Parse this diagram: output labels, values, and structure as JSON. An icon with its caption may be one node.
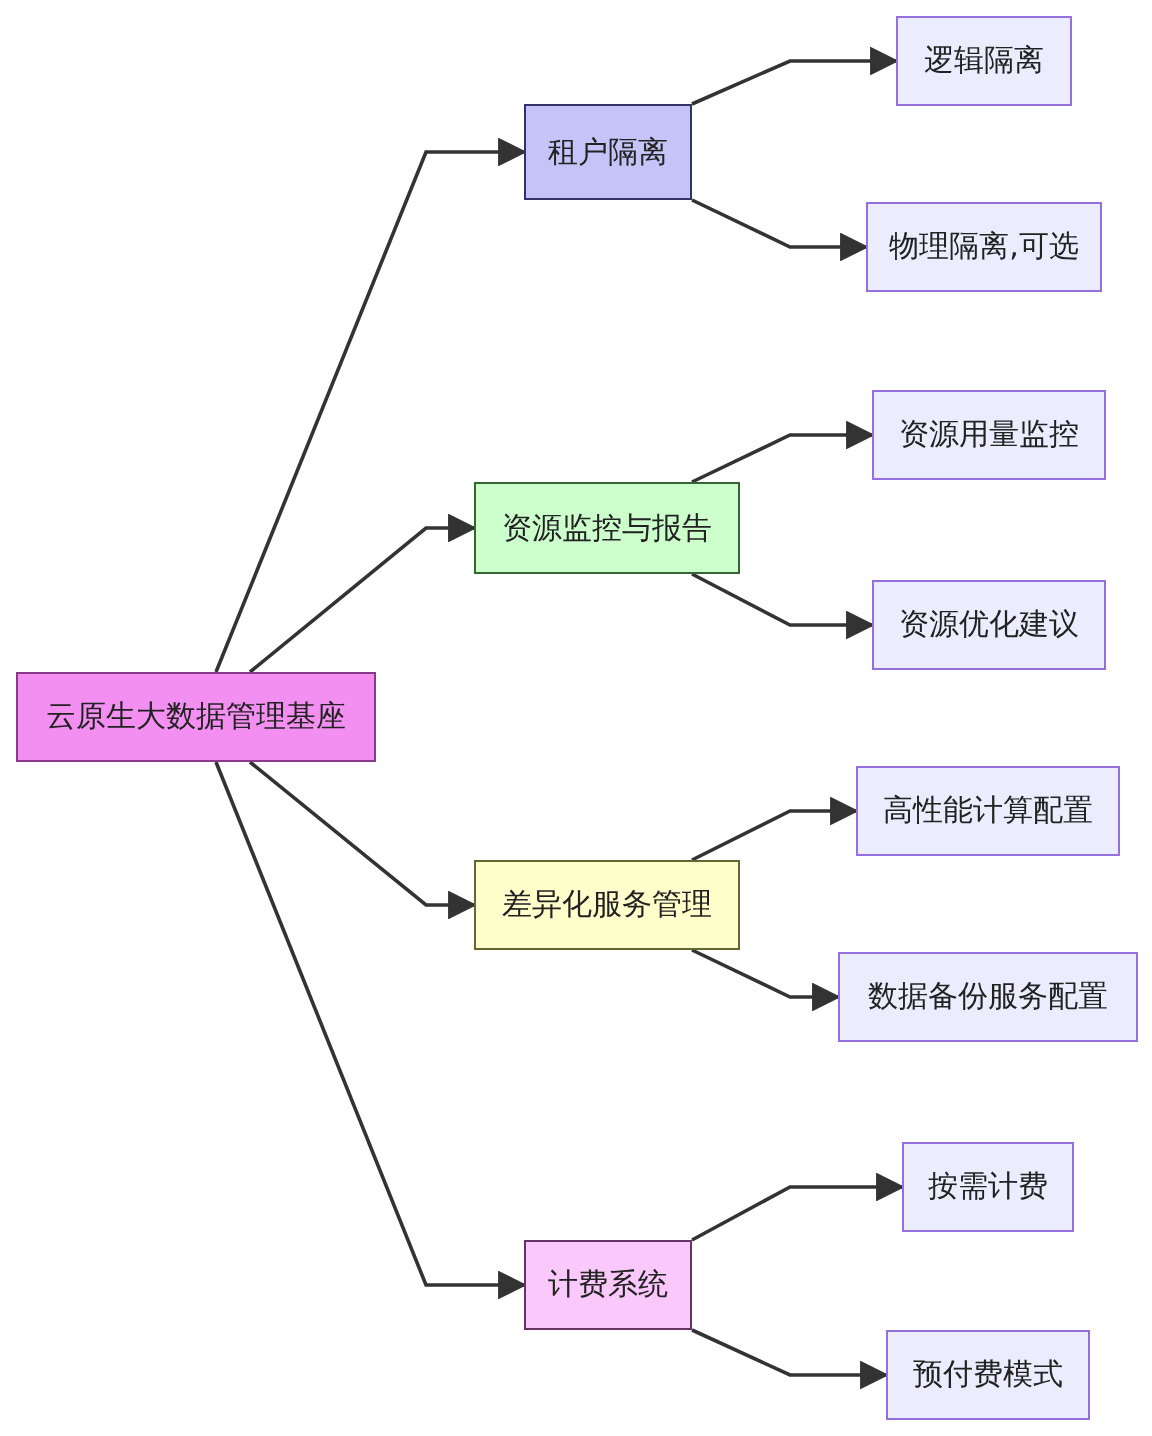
{
  "diagram": {
    "nodes": [
      {
        "text": [
          "云原生大数据管理基座"
        ]
      },
      {
        "text": [
          "租户隔离"
        ]
      },
      {
        "text": [
          "逻辑隔离"
        ]
      },
      {
        "text": [
          "物理隔离,可选"
        ]
      },
      {
        "text": [
          "资源监控与报告"
        ]
      },
      {
        "text": [
          "资源用量监控"
        ]
      },
      {
        "text": [
          "资源优化建议"
        ]
      },
      {
        "text": [
          "差异化服务管理"
        ]
      },
      {
        "text": [
          "高性能计算配置"
        ]
      },
      {
        "text": [
          "数据备份服务配置"
        ]
      },
      {
        "text": [
          "计费系统"
        ]
      },
      {
        "text": [
          "按需计费"
        ]
      },
      {
        "text": [
          "预付费模式"
        ]
      }
    ],
    "edges": [
      {
        "from": 0,
        "to": 1,
        "arrow": "to"
      },
      {
        "from": 0,
        "to": 4,
        "arrow": "to"
      },
      {
        "from": 0,
        "to": 7,
        "arrow": "to"
      },
      {
        "from": 0,
        "to": 10,
        "arrow": "to"
      },
      {
        "from": 1,
        "to": 2,
        "arrow": "to"
      },
      {
        "from": 1,
        "to": 3,
        "arrow": "to"
      },
      {
        "from": 4,
        "to": 5,
        "arrow": "to"
      },
      {
        "from": 4,
        "to": 6,
        "arrow": "to"
      },
      {
        "from": 7,
        "to": 8,
        "arrow": "to"
      },
      {
        "from": 7,
        "to": 9,
        "arrow": "to"
      },
      {
        "from": 10,
        "to": 11,
        "arrow": "to"
      },
      {
        "from": 10,
        "to": 12,
        "arrow": "to"
      }
    ]
  }
}
